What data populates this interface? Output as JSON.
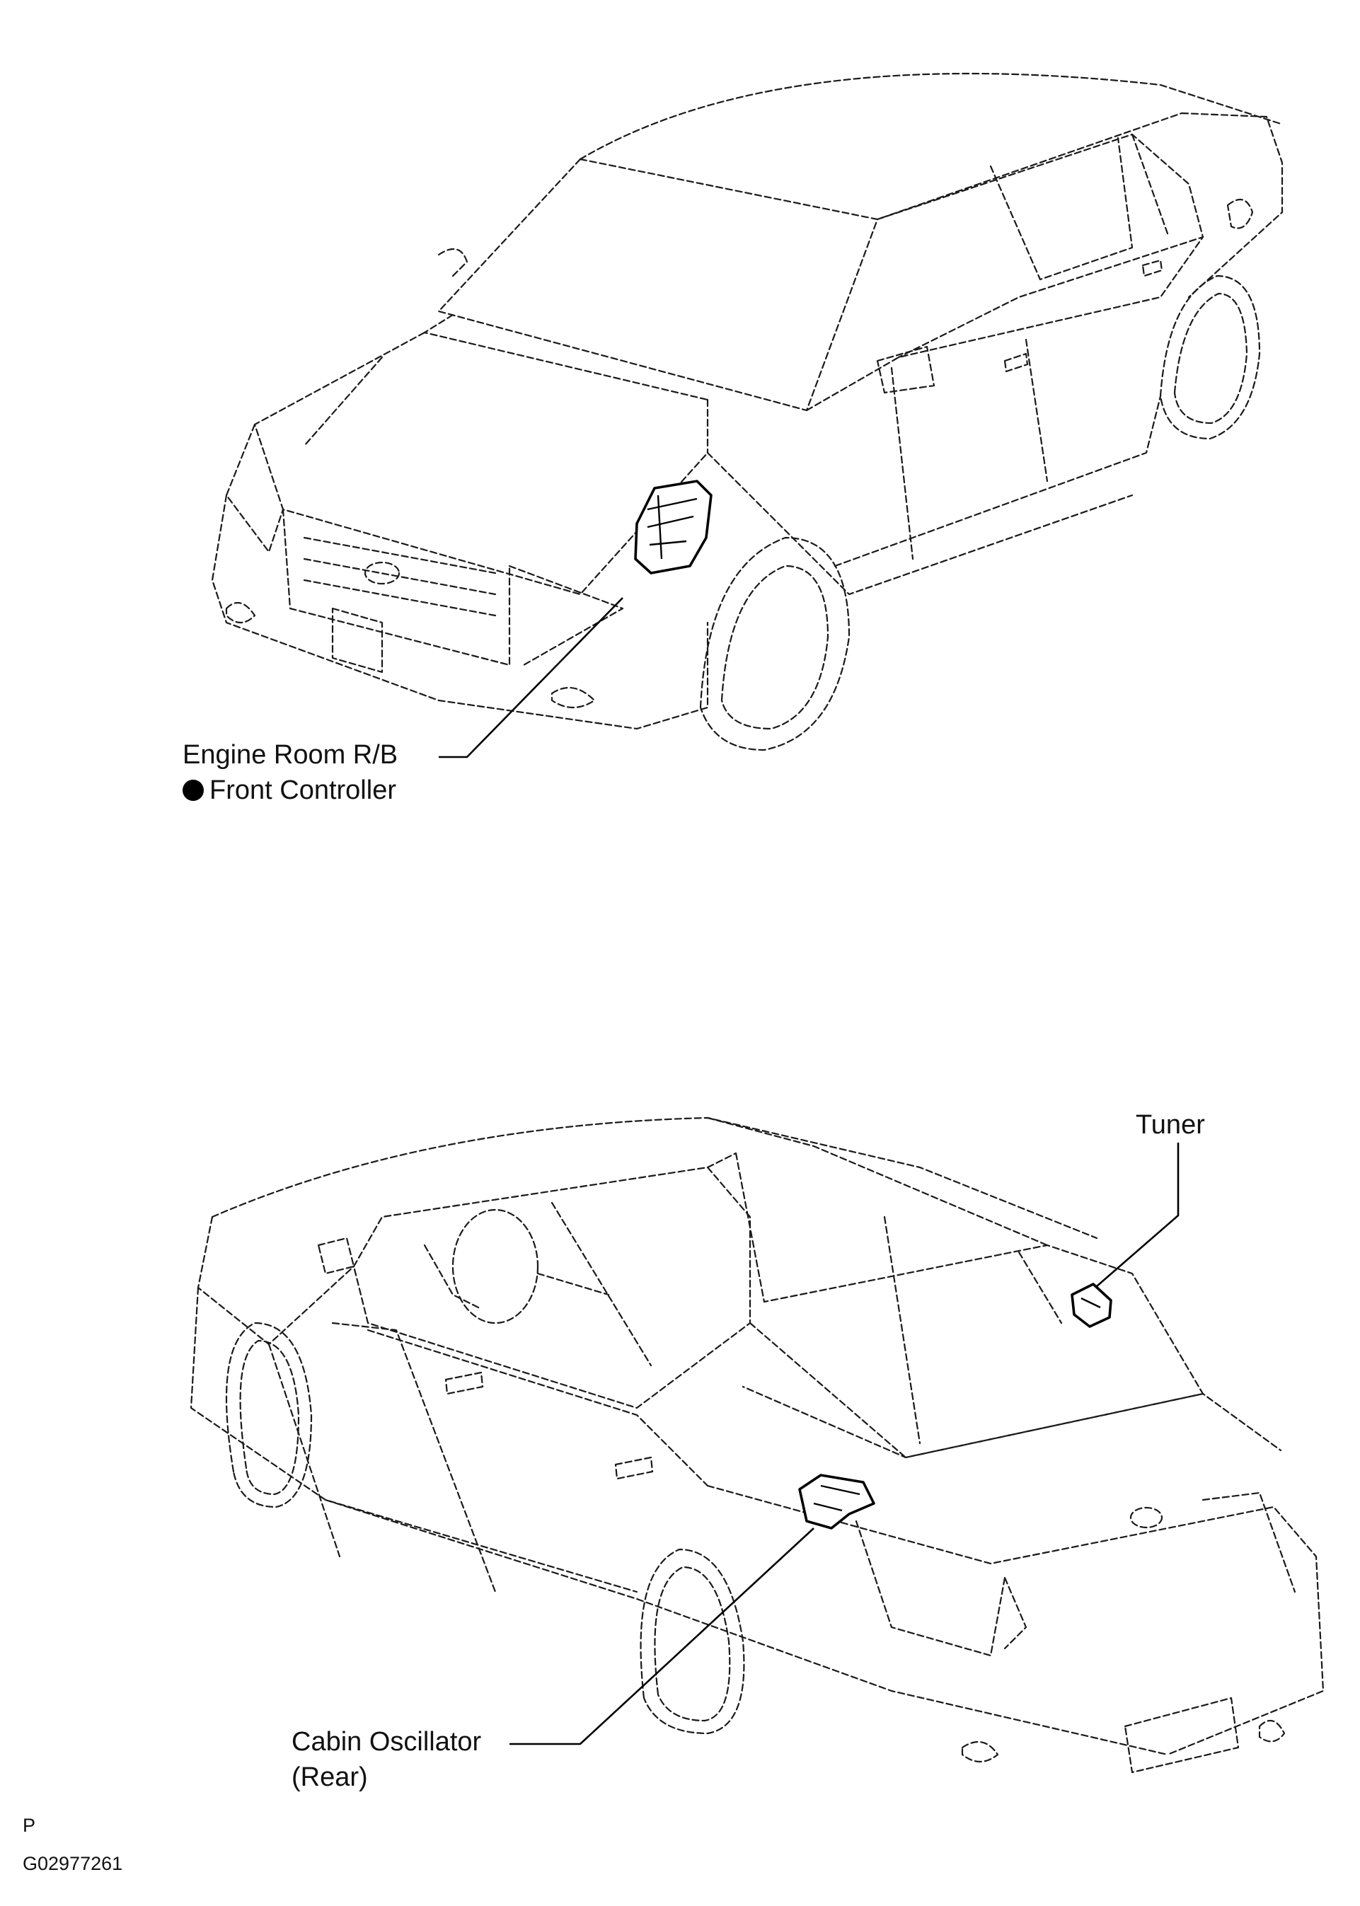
{
  "labels": {
    "engine_room_rb": "Engine Room R/B",
    "front_controller": "Front Controller",
    "tuner": "Tuner",
    "cabin_oscillator_line1": "Cabin Oscillator",
    "cabin_oscillator_line2": "(Rear)"
  },
  "footer": {
    "code_letter": "P",
    "figure_id": "G02977261"
  }
}
